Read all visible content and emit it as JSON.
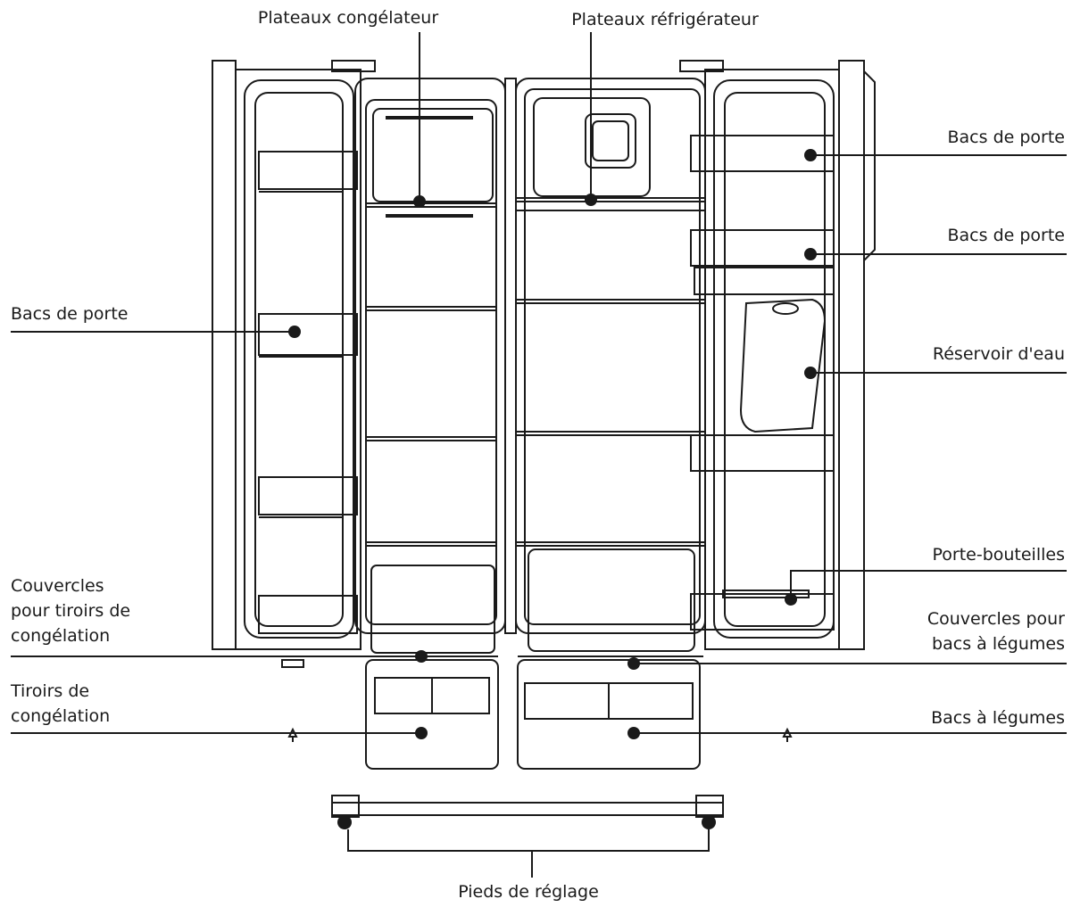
{
  "labels": {
    "freezer_shelves": "Plateaux congélateur",
    "fridge_shelves": "Plateaux réfrigérateur",
    "door_bins_right_1": "Bacs de porte",
    "door_bins_right_2": "Bacs de porte",
    "door_bins_left": "Bacs de porte",
    "water_tank": "Réservoir d'eau",
    "bottle_holder": "Porte-bouteilles",
    "freezer_drawer_covers": [
      "Couvercles",
      "pour tiroirs de",
      "congélation"
    ],
    "crisper_covers": [
      "Couvercles pour",
      "bacs à légumes"
    ],
    "freezer_drawers": [
      "Tiroirs de",
      "congélation"
    ],
    "crisper_drawers": "Bacs à légumes",
    "adjustable_feet": "Pieds de réglage"
  },
  "colors": {
    "line": "#1a1a1a",
    "background": "#ffffff"
  }
}
